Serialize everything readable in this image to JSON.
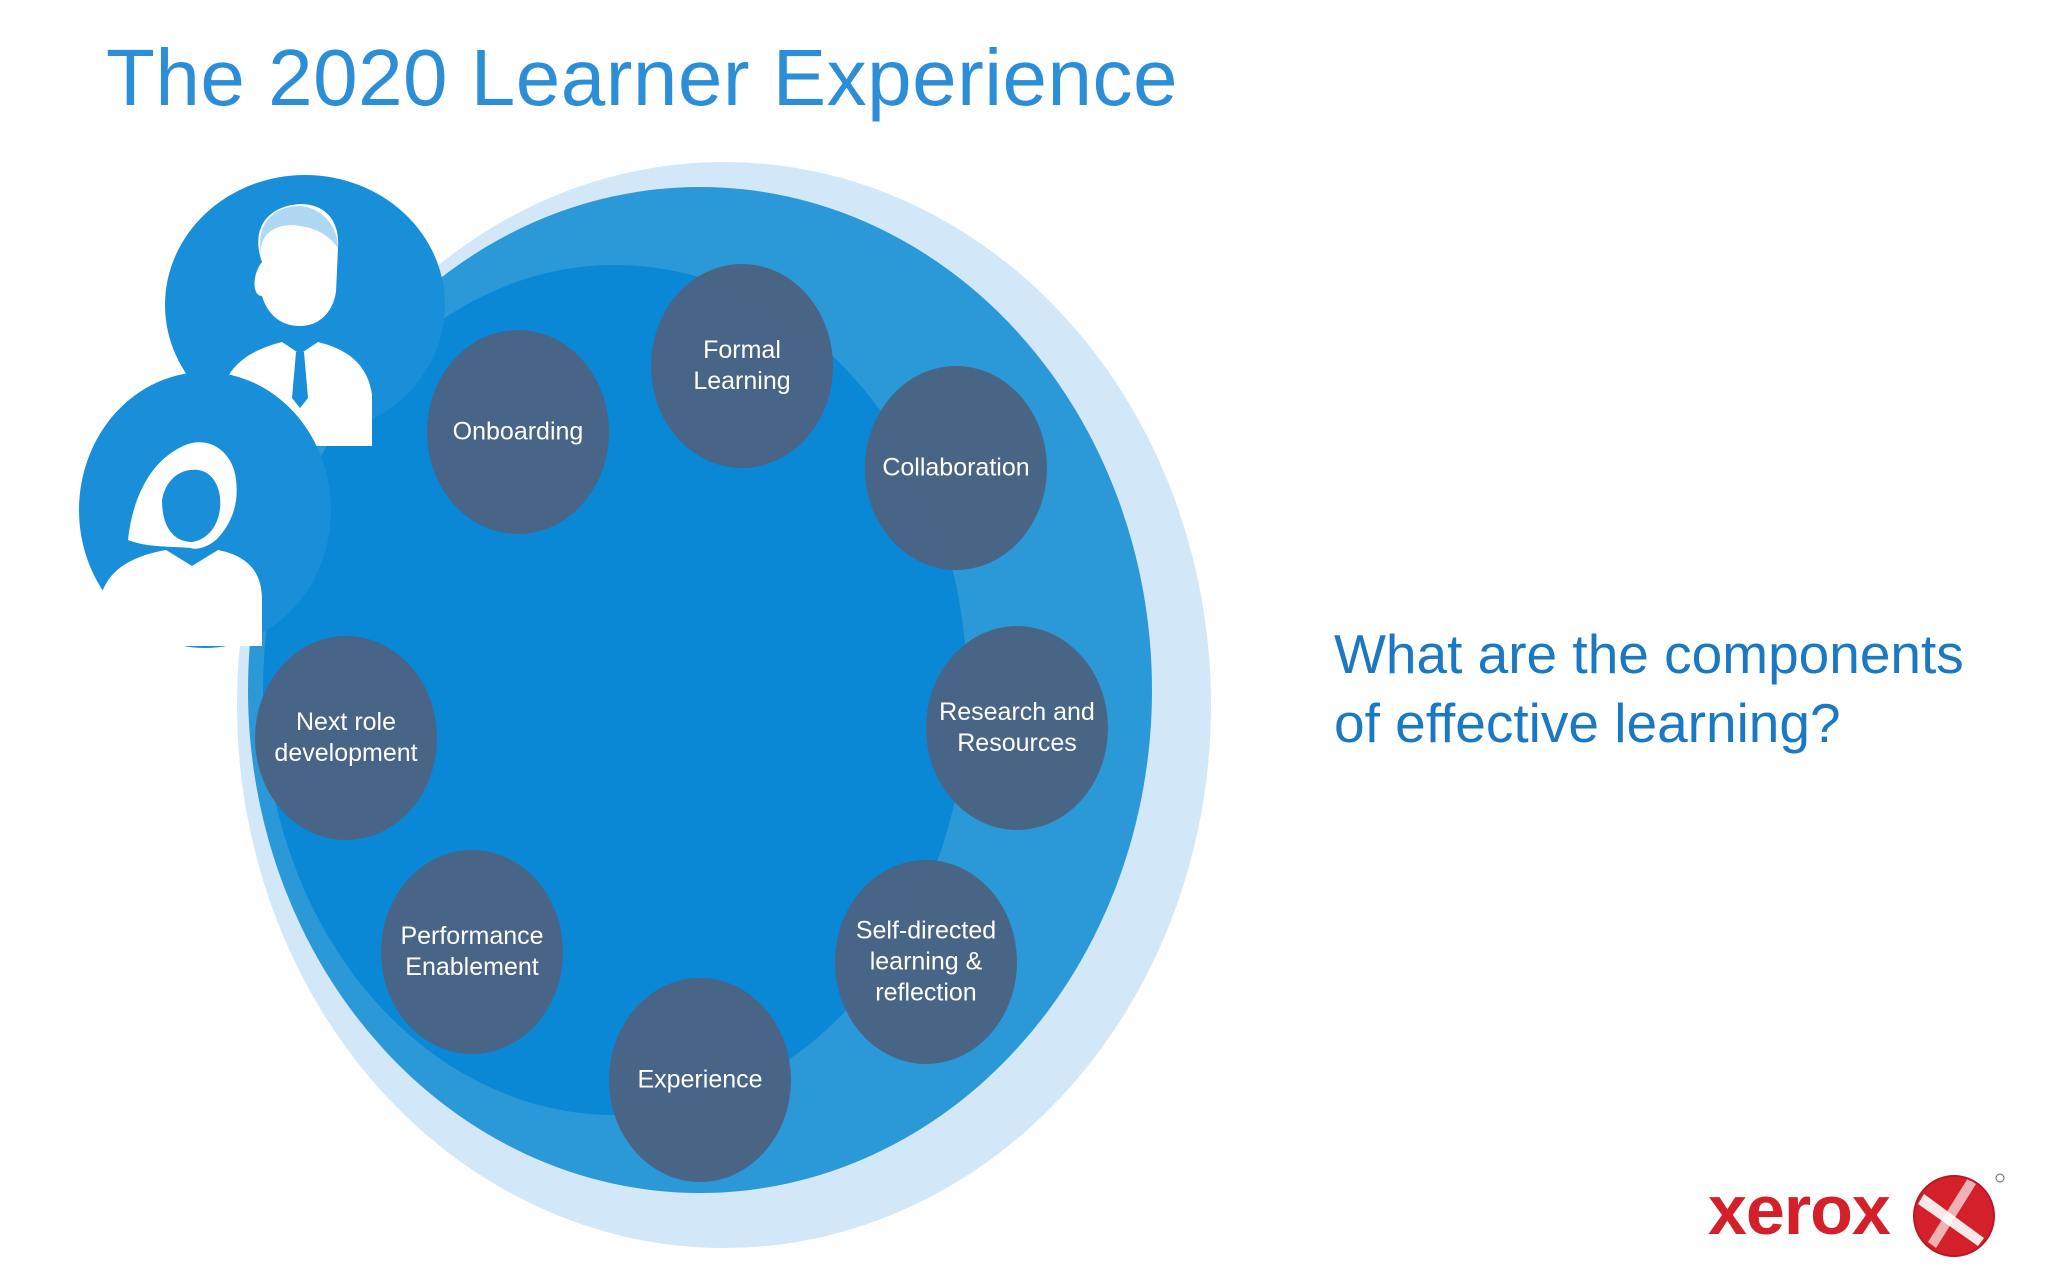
{
  "title": "The 2020 Learner Experience",
  "question": {
    "line1": "What are the components",
    "line2": "of effective learning?"
  },
  "nodes": [
    {
      "id": "formal-learning",
      "lines": [
        "Formal",
        "Learning"
      ]
    },
    {
      "id": "collaboration",
      "lines": [
        "Collaboration"
      ]
    },
    {
      "id": "research-resources",
      "lines": [
        "Research and",
        "Resources"
      ]
    },
    {
      "id": "self-directed",
      "lines": [
        "Self-directed",
        "learning &",
        "reflection"
      ]
    },
    {
      "id": "experience",
      "lines": [
        "Experience"
      ]
    },
    {
      "id": "performance-enablement",
      "lines": [
        "Performance",
        "Enablement"
      ]
    },
    {
      "id": "next-role",
      "lines": [
        "Next role",
        "development"
      ]
    },
    {
      "id": "onboarding",
      "lines": [
        "Onboarding"
      ]
    }
  ],
  "logo": {
    "text": "xerox"
  },
  "icons": [
    "male-person-icon",
    "female-person-icon",
    "xerox-logo-icon"
  ],
  "colors": {
    "title": "#2b8ed6",
    "question": "#1b78c2",
    "outer_ring": "#cfe6f7",
    "mid_circle": "#2a9ad8",
    "inner_circle": "#0a88d6",
    "node": "#4a6383",
    "avatar": "#1a8fd9",
    "logo_red": "#d4202b"
  }
}
